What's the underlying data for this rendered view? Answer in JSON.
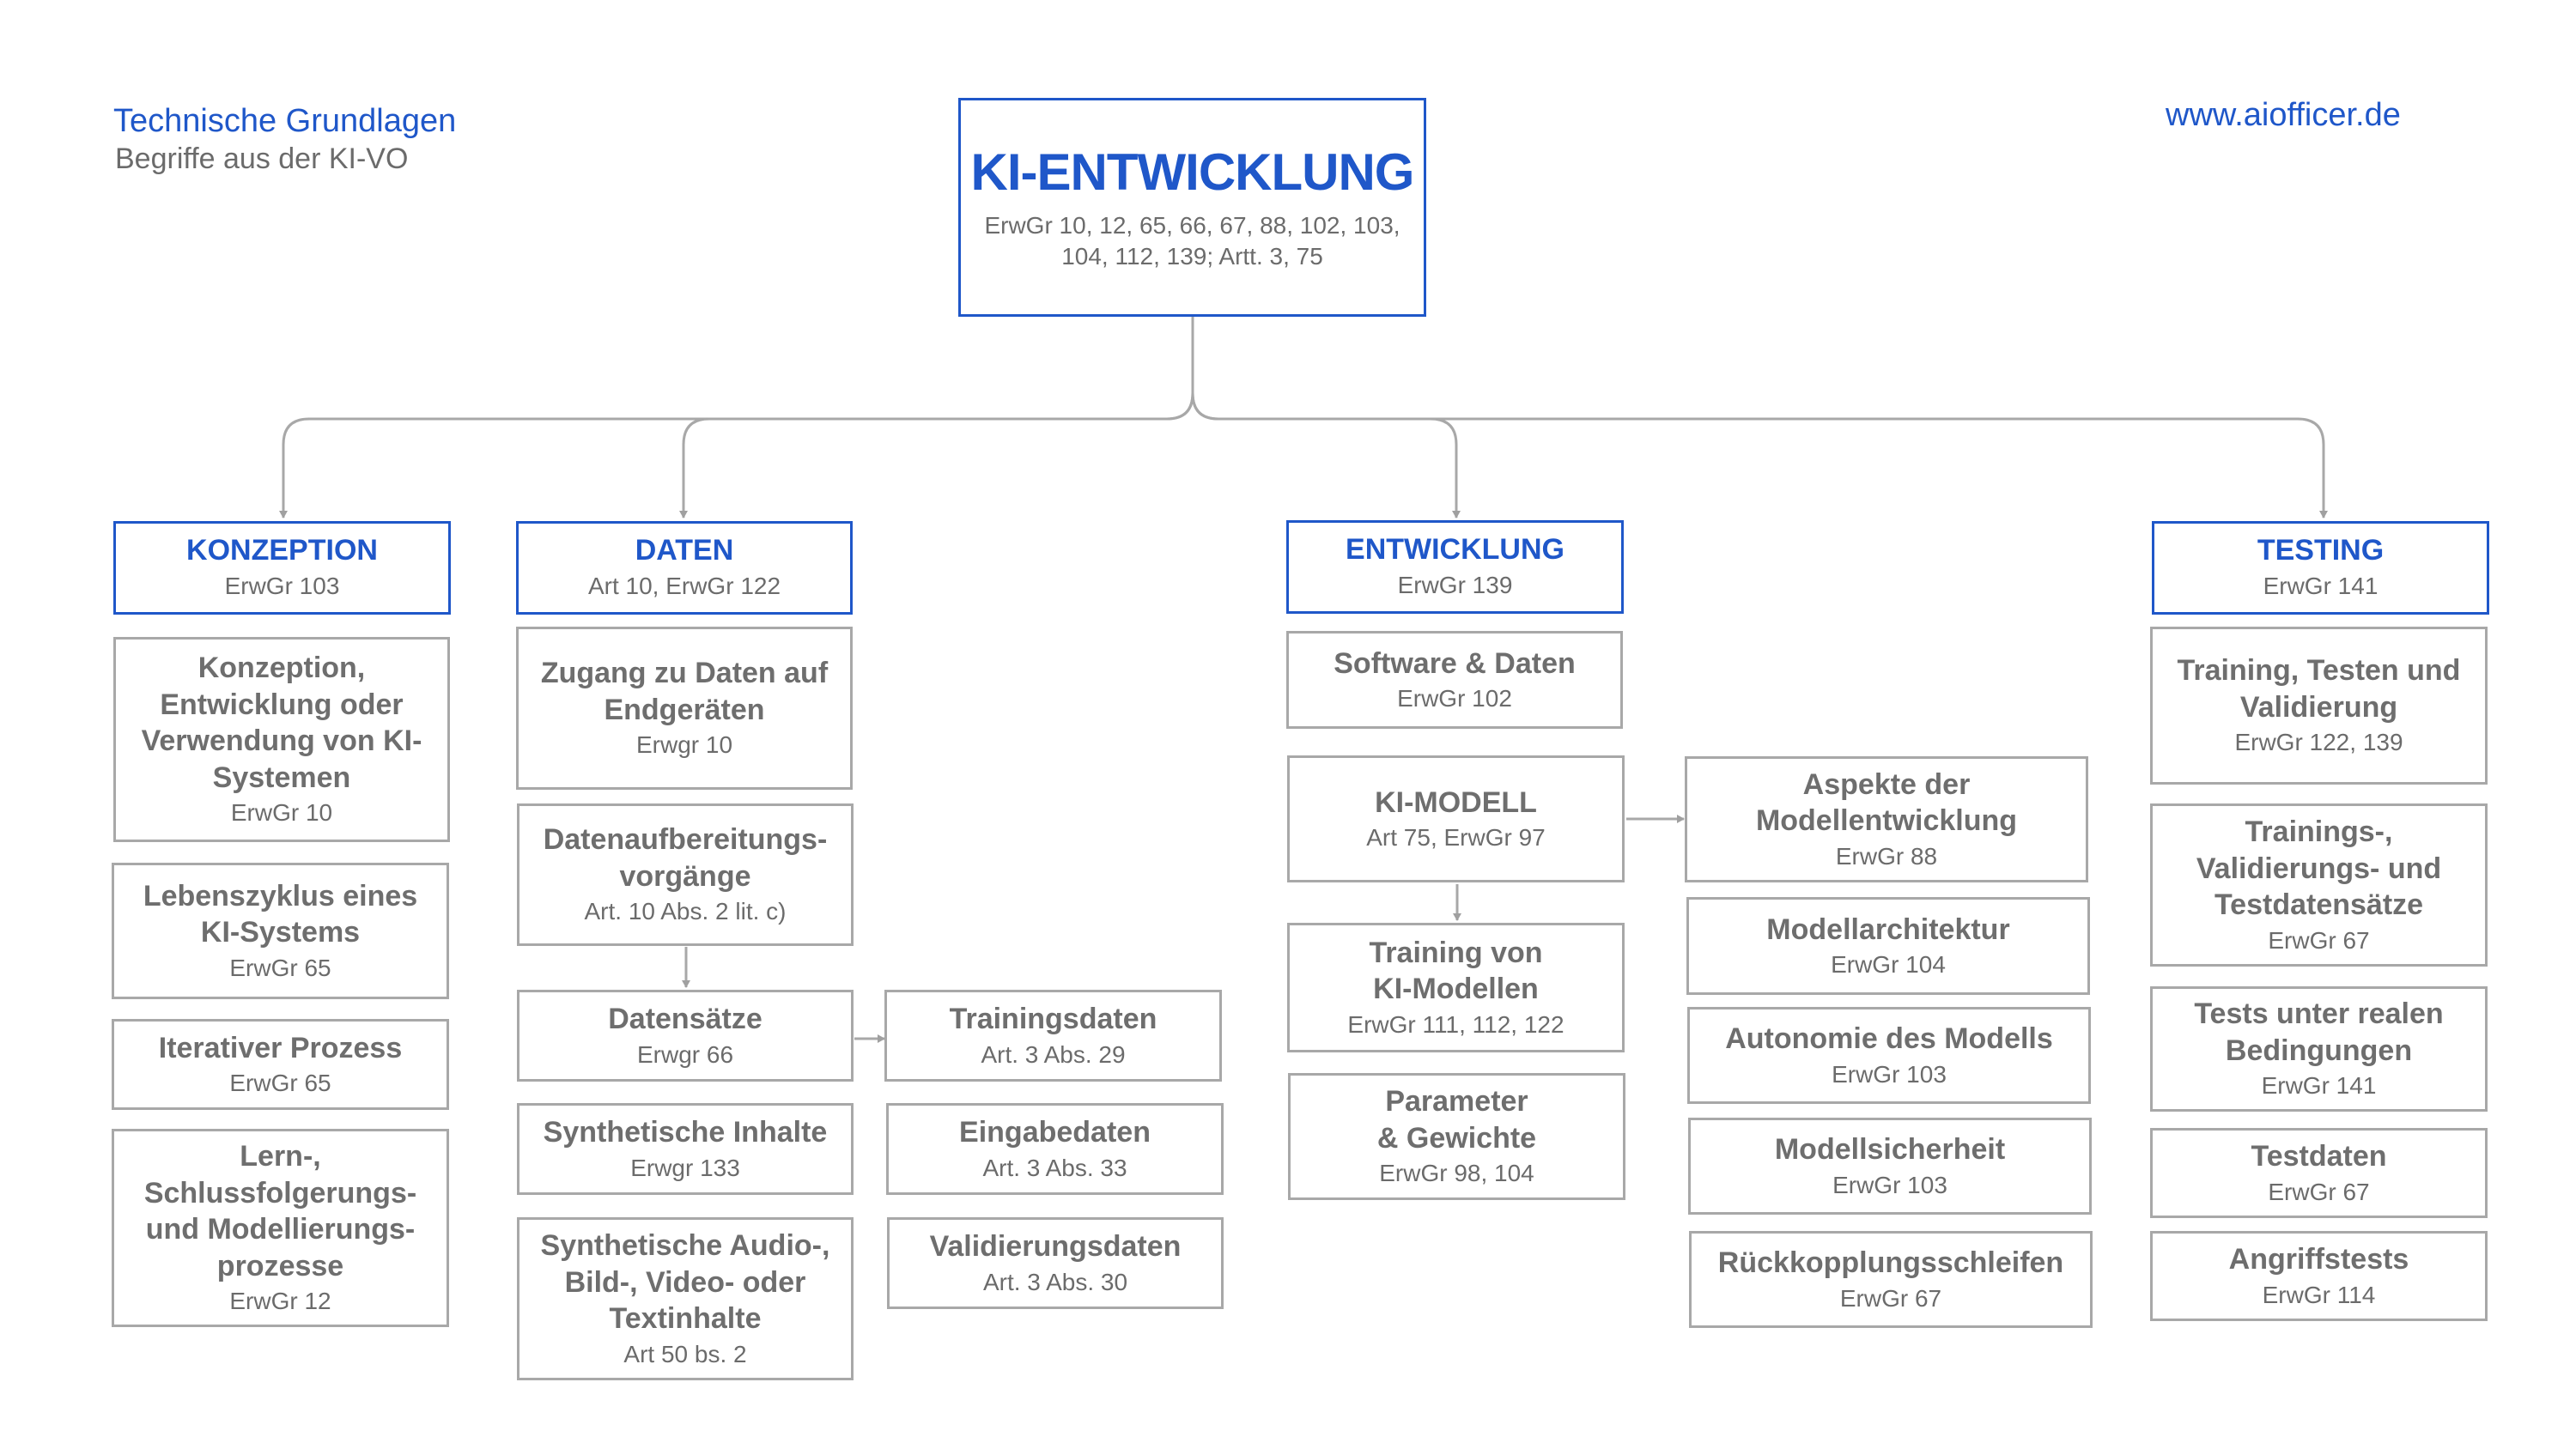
{
  "header": {
    "title": "Technische Grundlagen",
    "subtitle": "Begriffe aus der KI-VO",
    "url": "www.aiofficer.de"
  },
  "root": {
    "title": "KI-ENTWICKLUNG",
    "ref": "ErwGr 10, 12, 65, 66, 67, 88, 102, 103, 104, 112, 139; Artt. 3, 75"
  },
  "categories": {
    "konzeption": {
      "title": "KONZEPTION",
      "ref": "ErwGr 103"
    },
    "daten": {
      "title": "DATEN",
      "ref": "Art 10, ErwGr 122"
    },
    "entwicklung": {
      "title": "ENTWICKLUNG",
      "ref": "ErwGr 139"
    },
    "testing": {
      "title": "TESTING",
      "ref": "ErwGr 141"
    }
  },
  "konzeption_items": [
    {
      "title": "Konzeption, Entwicklung oder Verwendung von KI-Systemen",
      "ref": "ErwGr 10"
    },
    {
      "title": "Lebenszyklus eines KI-Systems",
      "ref": "ErwGr 65"
    },
    {
      "title": "Iterativer Prozess",
      "ref": "ErwGr 65"
    },
    {
      "title": "Lern-, Schlussfolgerungs- und Modellierungs-prozesse",
      "ref": "ErwGr 12"
    }
  ],
  "daten_items": [
    {
      "title": "Zugang zu Daten auf Endgeräten",
      "ref": "Erwgr 10"
    },
    {
      "title": "Datenaufbereitungs-vorgänge",
      "ref": "Art. 10 Abs. 2 lit. c)"
    },
    {
      "title": "Datensätze",
      "ref": "Erwgr 66"
    },
    {
      "title": "Synthetische Inhalte",
      "ref": "Erwgr 133"
    },
    {
      "title": "Synthetische Audio-, Bild-, Video- oder Textinhalte",
      "ref": "Art 50 bs. 2"
    }
  ],
  "datensaetze_items": [
    {
      "title": "Trainingsdaten",
      "ref": "Art. 3 Abs. 29"
    },
    {
      "title": "Eingabedaten",
      "ref": "Art. 3 Abs. 33"
    },
    {
      "title": "Validierungsdaten",
      "ref": "Art. 3 Abs. 30"
    }
  ],
  "entwicklung_items": [
    {
      "title": "Software & Daten",
      "ref": "ErwGr 102"
    },
    {
      "title": "KI-MODELL",
      "ref": "Art 75, ErwGr 97"
    },
    {
      "title": "Training von KI-Modellen",
      "ref": "ErwGr 111, 112, 122"
    },
    {
      "title": "Parameter & Gewichte",
      "ref": "ErwGr 98, 104"
    }
  ],
  "modell_items": [
    {
      "title": "Aspekte der Modellentwicklung",
      "ref": "ErwGr 88"
    },
    {
      "title": "Modellarchitektur",
      "ref": "ErwGr 104"
    },
    {
      "title": "Autonomie des Modells",
      "ref": "ErwGr 103"
    },
    {
      "title": "Modellsicherheit",
      "ref": "ErwGr 103"
    },
    {
      "title": "Rückkopplungsschleifen",
      "ref": "ErwGr 67"
    }
  ],
  "testing_items": [
    {
      "title": "Training, Testen und Validierung",
      "ref": "ErwGr 122, 139"
    },
    {
      "title": "Trainings-, Validierungs- und Testdatensätze",
      "ref": "ErwGr 67"
    },
    {
      "title": "Tests unter realen Bedingungen",
      "ref": "ErwGr 141"
    },
    {
      "title": "Testdaten",
      "ref": "ErwGr 67"
    },
    {
      "title": "Angriffstests",
      "ref": "ErwGr 114"
    }
  ]
}
